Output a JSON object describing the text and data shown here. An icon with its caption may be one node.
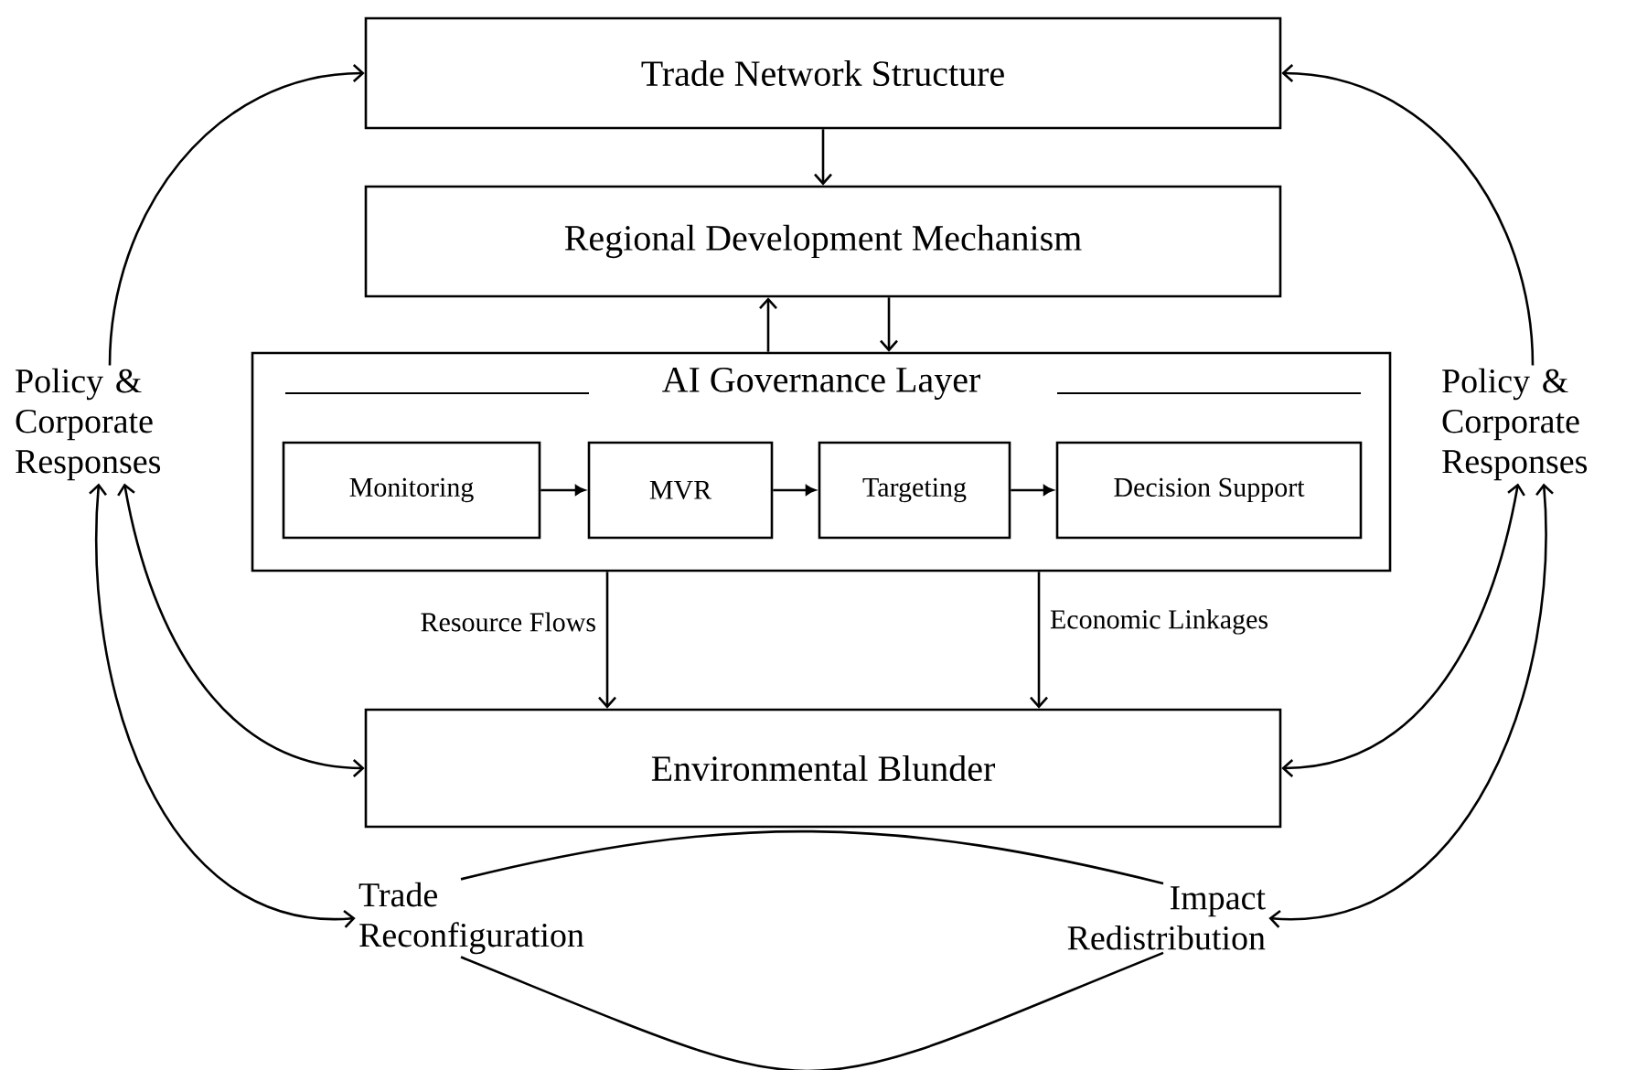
{
  "diagram": {
    "nodes": [
      {
        "text": [
          "Trade Network Structure"
        ]
      },
      {
        "text": [
          "Regional Development Mechanism"
        ]
      },
      {
        "text": [
          "AI Governance Layer"
        ]
      },
      {
        "text": [
          "Monitoring"
        ],
        "in": 2
      },
      {
        "text": [
          "MVR"
        ],
        "in": 2
      },
      {
        "text": [
          "Targeting"
        ],
        "in": 2
      },
      {
        "text": [
          "Decision Support"
        ],
        "in": 2
      },
      {
        "text": [
          "Environmental Blunder"
        ]
      },
      {
        "text": [
          "Policy & Corporate Responses"
        ]
      },
      {
        "text": [
          "Policy & Corporate Responses"
        ]
      },
      {
        "text": [
          "Trade Reconfiguration"
        ]
      },
      {
        "text": [
          "Impact Redistribution"
        ]
      }
    ],
    "edges": [
      {
        "from": 0,
        "to": 1,
        "arrow": "to"
      },
      {
        "from": 2,
        "to": 1,
        "arrow": "to"
      },
      {
        "from": 1,
        "to": 2,
        "arrow": "to"
      },
      {
        "from": 3,
        "to": 4,
        "arrow": "to"
      },
      {
        "from": 4,
        "to": 5,
        "arrow": "to"
      },
      {
        "from": 5,
        "to": 6,
        "arrow": "to"
      },
      {
        "from": 2,
        "to": 7,
        "arrow": "to",
        "label": "Resource Flows"
      },
      {
        "from": 2,
        "to": 7,
        "arrow": "to",
        "label": "Economic Linkages"
      },
      {
        "from": 8,
        "to": 0,
        "arrow": "to"
      },
      {
        "from": 8,
        "to": 7,
        "arrow": "both"
      },
      {
        "from": 8,
        "to": 10,
        "arrow": "both"
      },
      {
        "from": 9,
        "to": 0,
        "arrow": "to"
      },
      {
        "from": 9,
        "to": 7,
        "arrow": "both"
      },
      {
        "from": 9,
        "to": 11,
        "arrow": "both"
      },
      {
        "from": 10,
        "to": 11,
        "arrow": "none"
      },
      {
        "from": 10,
        "to": 11,
        "arrow": "none"
      }
    ]
  }
}
